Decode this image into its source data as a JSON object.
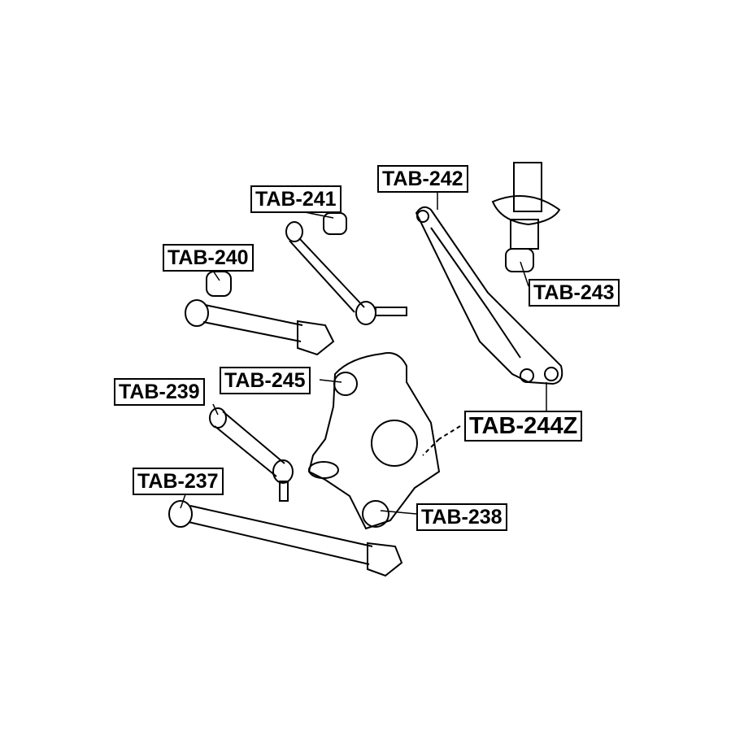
{
  "labels": {
    "tab241": "TAB-241",
    "tab242": "TAB-242",
    "tab240": "TAB-240",
    "tab243": "TAB-243",
    "tab245": "TAB-245",
    "tab239": "TAB-239",
    "tab244z": "TAB-244Z",
    "tab237": "TAB-237",
    "tab238": "TAB-238"
  }
}
